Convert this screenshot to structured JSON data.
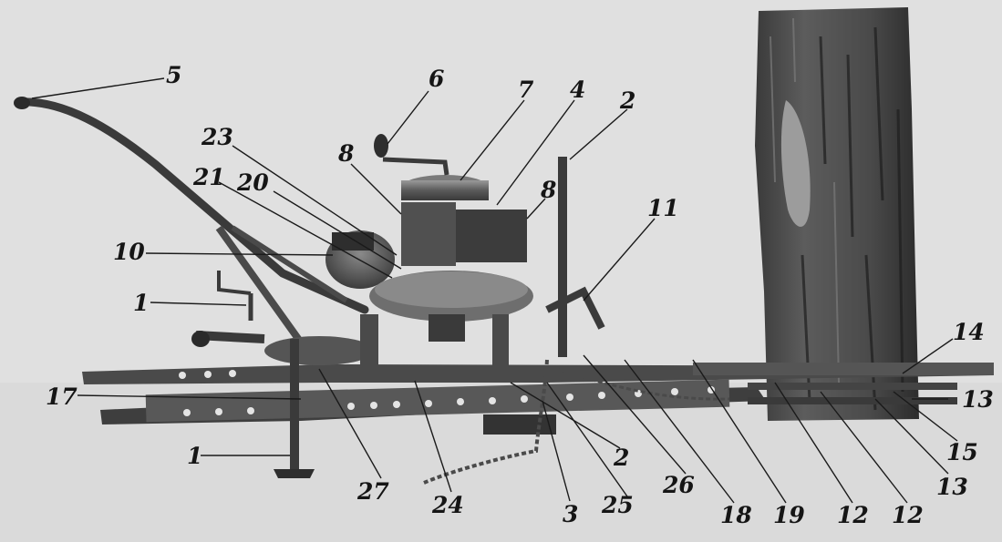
{
  "figure": {
    "callouts": [
      {
        "id": "5",
        "text": "5"
      },
      {
        "id": "6",
        "text": "6"
      },
      {
        "id": "7",
        "text": "7"
      },
      {
        "id": "4",
        "text": "4"
      },
      {
        "id": "2a",
        "text": "2"
      },
      {
        "id": "23",
        "text": "23"
      },
      {
        "id": "8a",
        "text": "8"
      },
      {
        "id": "8b",
        "text": "8"
      },
      {
        "id": "21",
        "text": "21"
      },
      {
        "id": "20",
        "text": "20"
      },
      {
        "id": "11",
        "text": "11"
      },
      {
        "id": "10",
        "text": "10"
      },
      {
        "id": "1a",
        "text": "1"
      },
      {
        "id": "14",
        "text": "14"
      },
      {
        "id": "17",
        "text": "17"
      },
      {
        "id": "13a",
        "text": "13"
      },
      {
        "id": "1b",
        "text": "1"
      },
      {
        "id": "2b",
        "text": "2"
      },
      {
        "id": "15",
        "text": "15"
      },
      {
        "id": "27",
        "text": "27"
      },
      {
        "id": "26",
        "text": "26"
      },
      {
        "id": "13b",
        "text": "13"
      },
      {
        "id": "24",
        "text": "24"
      },
      {
        "id": "3",
        "text": "3"
      },
      {
        "id": "25",
        "text": "25"
      },
      {
        "id": "18",
        "text": "18"
      },
      {
        "id": "19",
        "text": "19"
      },
      {
        "id": "12a",
        "text": "12"
      },
      {
        "id": "12b",
        "text": "12"
      }
    ]
  }
}
